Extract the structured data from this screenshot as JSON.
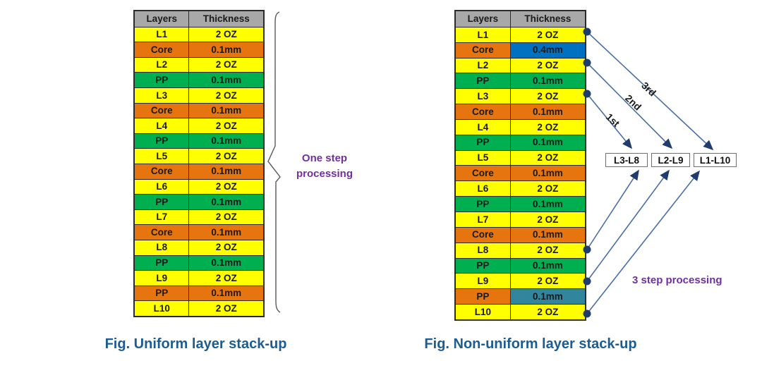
{
  "colors": {
    "yellow": "#FFFF00",
    "orange": "#E6740F",
    "green": "#00B050",
    "blue": "#0070C0",
    "teal": "#31859C",
    "header_gray": "#A8A8A8",
    "caption_blue": "#1D5C91",
    "annotation_purple": "#7030A0",
    "arrow_blue": "#4A6FA8",
    "dot_navy": "#1F3C6E"
  },
  "left_figure": {
    "caption": "Fig. Uniform layer stack-up",
    "annotation": "One step processing",
    "table": {
      "headers": [
        "Layers",
        "Thickness"
      ],
      "rows": [
        {
          "layer": "L1",
          "thickness": "2 OZ",
          "layer_color": "yellow",
          "value_color": "yellow"
        },
        {
          "layer": "Core",
          "thickness": "0.1mm",
          "layer_color": "orange",
          "value_color": "orange"
        },
        {
          "layer": "L2",
          "thickness": "2 OZ",
          "layer_color": "yellow",
          "value_color": "yellow"
        },
        {
          "layer": "PP",
          "thickness": "0.1mm",
          "layer_color": "green",
          "value_color": "green"
        },
        {
          "layer": "L3",
          "thickness": "2 OZ",
          "layer_color": "yellow",
          "value_color": "yellow"
        },
        {
          "layer": "Core",
          "thickness": "0.1mm",
          "layer_color": "orange",
          "value_color": "orange"
        },
        {
          "layer": "L4",
          "thickness": "2 OZ",
          "layer_color": "yellow",
          "value_color": "yellow"
        },
        {
          "layer": "PP",
          "thickness": "0.1mm",
          "layer_color": "green",
          "value_color": "green"
        },
        {
          "layer": "L5",
          "thickness": "2 OZ",
          "layer_color": "yellow",
          "value_color": "yellow"
        },
        {
          "layer": "Core",
          "thickness": "0.1mm",
          "layer_color": "orange",
          "value_color": "orange"
        },
        {
          "layer": "L6",
          "thickness": "2 OZ",
          "layer_color": "yellow",
          "value_color": "yellow"
        },
        {
          "layer": "PP",
          "thickness": "0.1mm",
          "layer_color": "green",
          "value_color": "green"
        },
        {
          "layer": "L7",
          "thickness": "2 OZ",
          "layer_color": "yellow",
          "value_color": "yellow"
        },
        {
          "layer": "Core",
          "thickness": "0.1mm",
          "layer_color": "orange",
          "value_color": "orange"
        },
        {
          "layer": "L8",
          "thickness": "2 OZ",
          "layer_color": "yellow",
          "value_color": "yellow"
        },
        {
          "layer": "PP",
          "thickness": "0.1mm",
          "layer_color": "green",
          "value_color": "green"
        },
        {
          "layer": "L9",
          "thickness": "2 OZ",
          "layer_color": "yellow",
          "value_color": "yellow"
        },
        {
          "layer": "PP",
          "thickness": "0.1mm",
          "layer_color": "orange",
          "value_color": "orange"
        },
        {
          "layer": "L10",
          "thickness": "2 OZ",
          "layer_color": "yellow",
          "value_color": "yellow"
        }
      ]
    }
  },
  "right_figure": {
    "caption": "Fig. Non-uniform layer stack-up",
    "annotation": "3 step processing",
    "arrow_labels": [
      "1st",
      "2nd",
      "3rd"
    ],
    "group_boxes": [
      "L3-L8",
      "L2-L9",
      "L1-L10"
    ],
    "table": {
      "headers": [
        "Layers",
        "Thickness"
      ],
      "rows": [
        {
          "layer": "L1",
          "thickness": "2 OZ",
          "layer_color": "yellow",
          "value_color": "yellow",
          "dot": true
        },
        {
          "layer": "Core",
          "thickness": "0.4mm",
          "layer_color": "orange",
          "value_color": "blue"
        },
        {
          "layer": "L2",
          "thickness": "2 OZ",
          "layer_color": "yellow",
          "value_color": "yellow",
          "dot": true
        },
        {
          "layer": "PP",
          "thickness": "0.1mm",
          "layer_color": "green",
          "value_color": "green"
        },
        {
          "layer": "L3",
          "thickness": "2 OZ",
          "layer_color": "yellow",
          "value_color": "yellow",
          "dot": true
        },
        {
          "layer": "Core",
          "thickness": "0.1mm",
          "layer_color": "orange",
          "value_color": "orange"
        },
        {
          "layer": "L4",
          "thickness": "2 OZ",
          "layer_color": "yellow",
          "value_color": "yellow"
        },
        {
          "layer": "PP",
          "thickness": "0.1mm",
          "layer_color": "green",
          "value_color": "green"
        },
        {
          "layer": "L5",
          "thickness": "2 OZ",
          "layer_color": "yellow",
          "value_color": "yellow"
        },
        {
          "layer": "Core",
          "thickness": "0.1mm",
          "layer_color": "orange",
          "value_color": "orange"
        },
        {
          "layer": "L6",
          "thickness": "2 OZ",
          "layer_color": "yellow",
          "value_color": "yellow"
        },
        {
          "layer": "PP",
          "thickness": "0.1mm",
          "layer_color": "green",
          "value_color": "green"
        },
        {
          "layer": "L7",
          "thickness": "2 OZ",
          "layer_color": "yellow",
          "value_color": "yellow"
        },
        {
          "layer": "Core",
          "thickness": "0.1mm",
          "layer_color": "orange",
          "value_color": "orange"
        },
        {
          "layer": "L8",
          "thickness": "2 OZ",
          "layer_color": "yellow",
          "value_color": "yellow",
          "dot": true
        },
        {
          "layer": "PP",
          "thickness": "0.1mm",
          "layer_color": "green",
          "value_color": "green"
        },
        {
          "layer": "L9",
          "thickness": "2 OZ",
          "layer_color": "yellow",
          "value_color": "yellow",
          "dot": true
        },
        {
          "layer": "PP",
          "thickness": "0.1mm",
          "layer_color": "orange",
          "value_color": "teal"
        },
        {
          "layer": "L10",
          "thickness": "2 OZ",
          "layer_color": "yellow",
          "value_color": "yellow",
          "dot": true
        }
      ]
    }
  }
}
